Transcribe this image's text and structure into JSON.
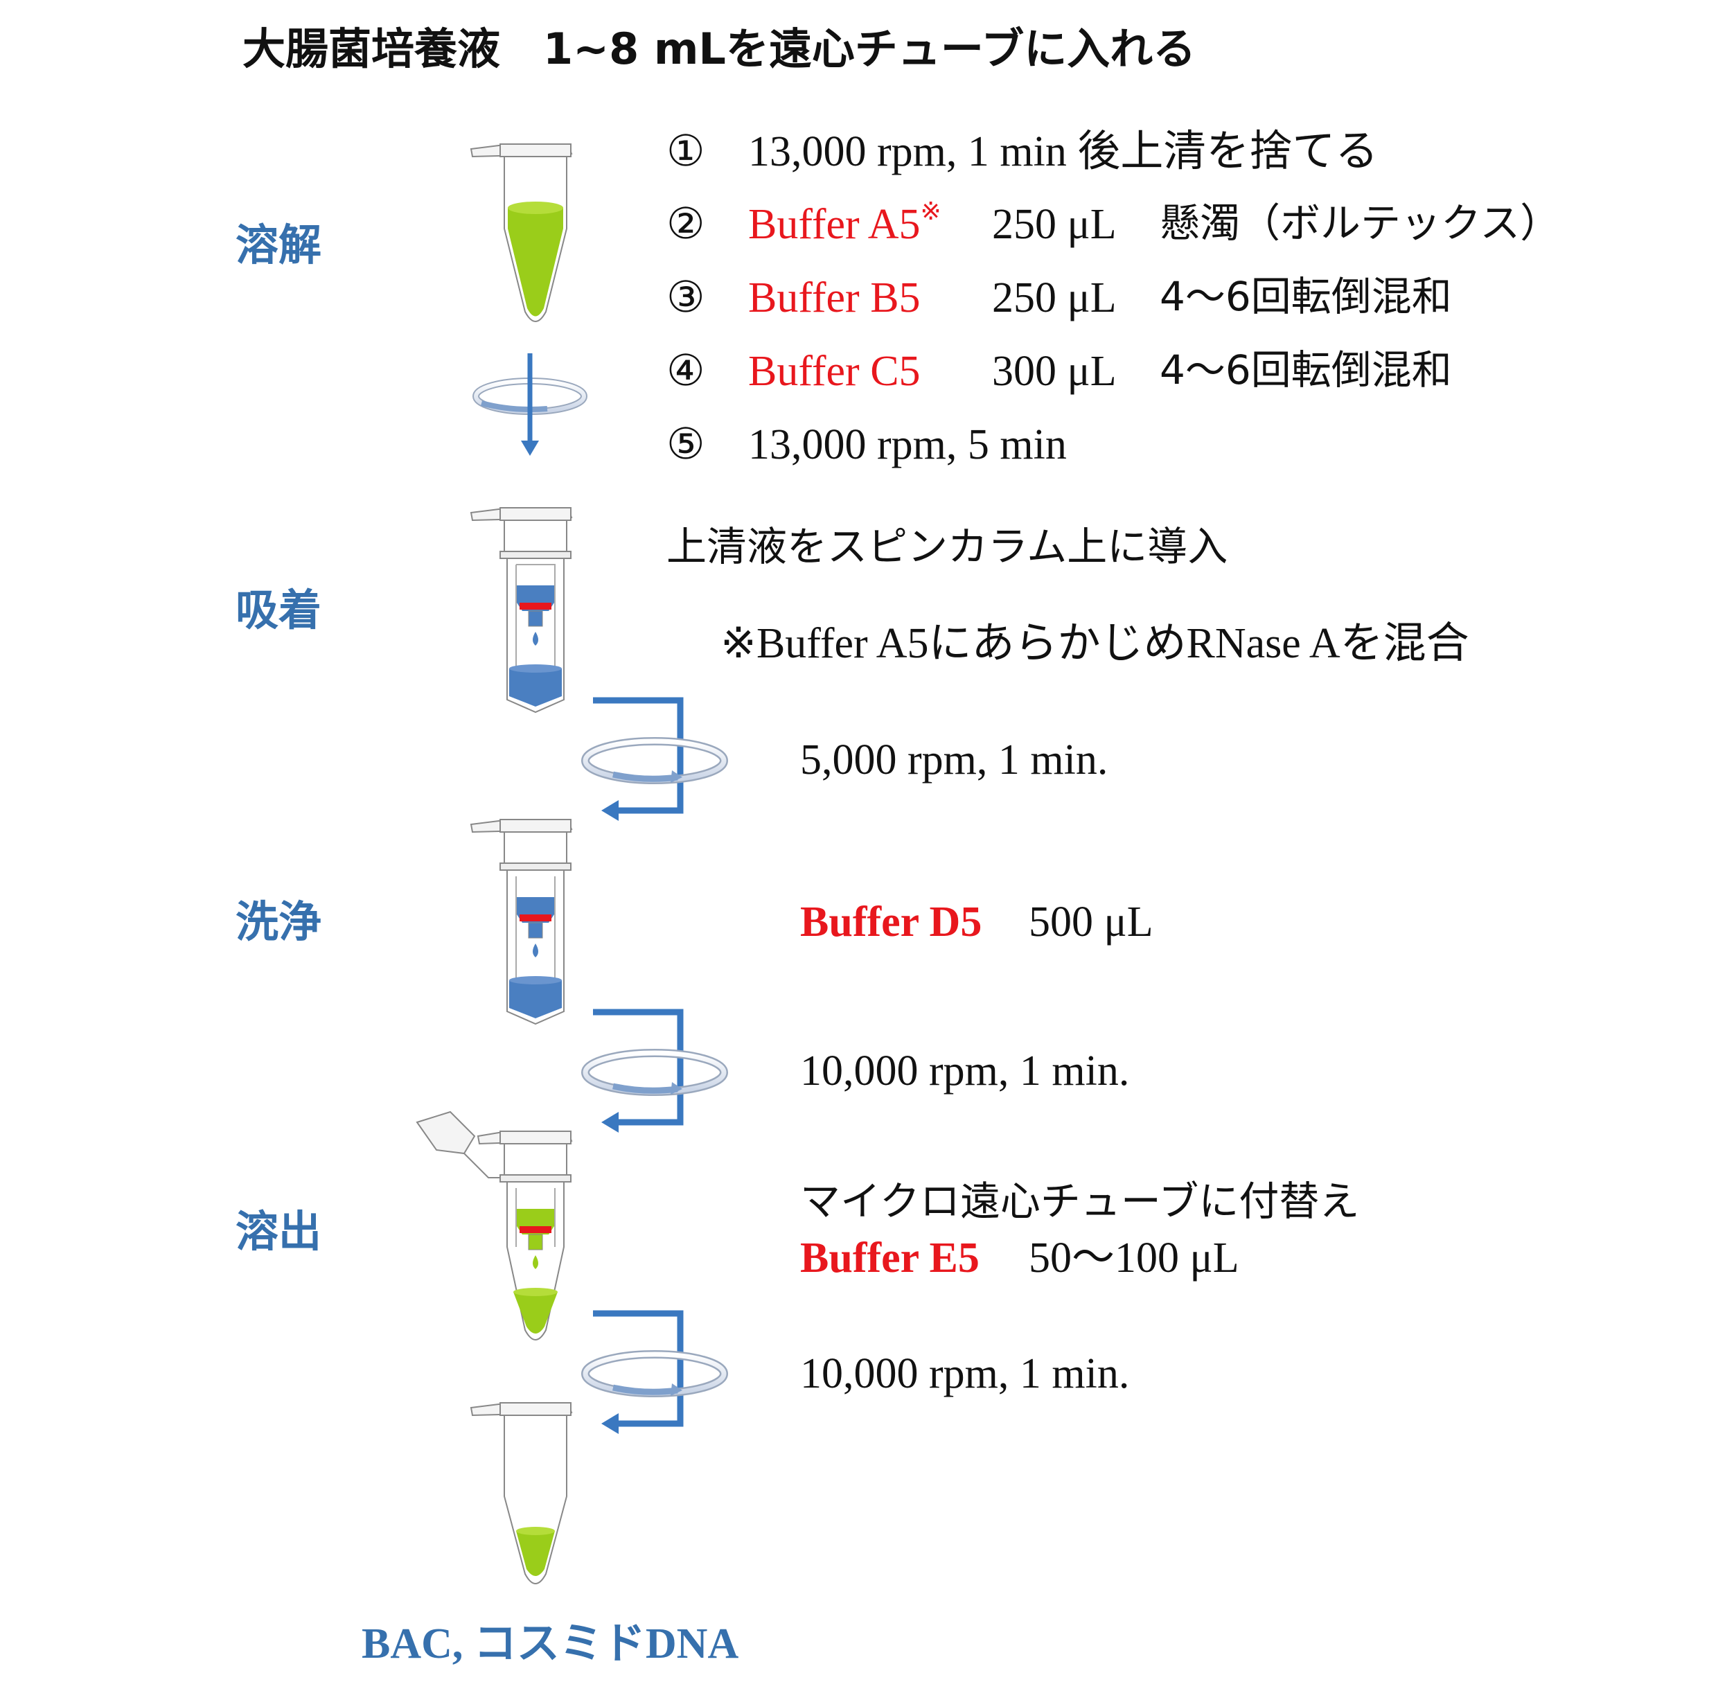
{
  "title": "大腸菌培養液　1~8 mLを遠心チューブに入れる",
  "stages": {
    "lysis": "溶解",
    "adsorption": "吸着",
    "wash": "洗浄",
    "elution": "溶出"
  },
  "lysis_steps": [
    {
      "num": "①",
      "text": "13,000 rpm,  1 min 後上清を捨てる"
    },
    {
      "num": "②",
      "reagent": "Buffer A5",
      "mark": "※",
      "volume": "250 μL",
      "action": "懸濁（ボルテックス）"
    },
    {
      "num": "③",
      "reagent": "Buffer B5",
      "volume": "250 μL",
      "action": "4～6回転倒混和"
    },
    {
      "num": "④",
      "reagent": "Buffer C5",
      "volume": "300 μL",
      "action": "4～6回転倒混和"
    },
    {
      "num": "⑤",
      "text": "13,000 rpm,  5 min"
    }
  ],
  "adsorption": {
    "instruction": "上清液をスピンカラム上に導入",
    "note": "※Buffer A5にあらかじめRNase Aを混合",
    "spin": "5,000 rpm, 1 min."
  },
  "wash": {
    "reagent": "Buffer D5",
    "volume": "500 μL",
    "spin": "10,000 rpm, 1 min."
  },
  "elution": {
    "instruction": "マイクロ遠心チューブに付替え",
    "reagent": "Buffer E5",
    "volume": "50～100 μL",
    "spin": "10,000 rpm, 1 min."
  },
  "product": "BAC, コスミドDNA",
  "colors": {
    "stage_blue": "#3670ad",
    "reagent_red": "#e8171d",
    "liquid_green": "#9acd1a",
    "filter_blue": "#4a7fc1",
    "filter_red": "#e8171d",
    "arrow_blue": "#3a78c0"
  },
  "icons": [
    "tube-icon",
    "spin-column-icon",
    "centrifuge-rotation-icon",
    "down-arrow-icon",
    "return-arrow-icon"
  ]
}
